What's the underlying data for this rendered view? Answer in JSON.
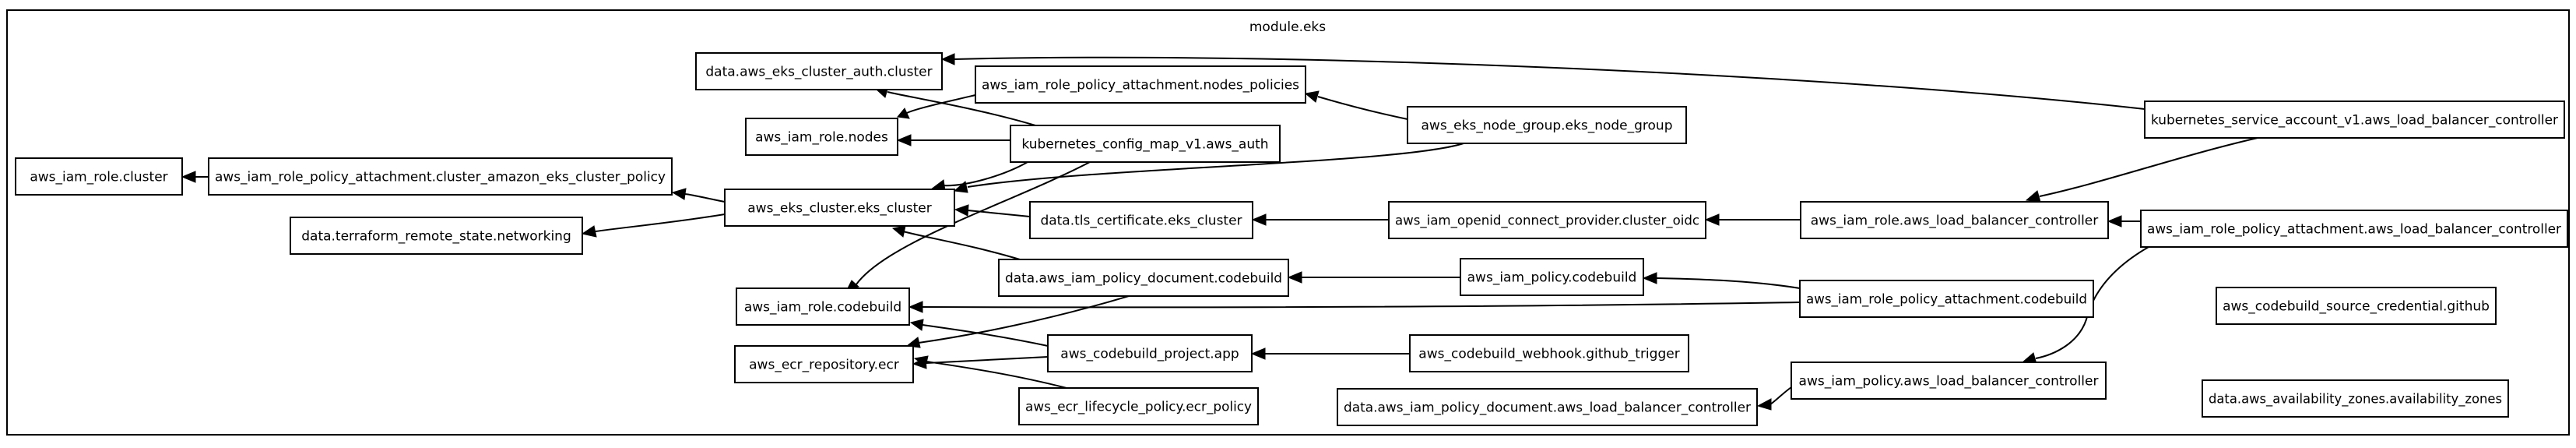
{
  "module": {
    "label": "module.eks"
  },
  "nodes": [
    {
      "id": "data_eks_cluster_auth",
      "label": "data.aws_eks_cluster_auth.cluster"
    },
    {
      "id": "rpa_nodes_policies",
      "label": "aws_iam_role_policy_attachment.nodes_policies"
    },
    {
      "id": "role_nodes",
      "label": "aws_iam_role.nodes"
    },
    {
      "id": "k8s_config_map",
      "label": "kubernetes_config_map_v1.aws_auth"
    },
    {
      "id": "node_group",
      "label": "aws_eks_node_group.eks_node_group"
    },
    {
      "id": "k8s_sa_lbc",
      "label": "kubernetes_service_account_v1.aws_load_balancer_controller"
    },
    {
      "id": "role_cluster",
      "label": "aws_iam_role.cluster"
    },
    {
      "id": "rpa_cluster_policy",
      "label": "aws_iam_role_policy_attachment.cluster_amazon_eks_cluster_policy"
    },
    {
      "id": "eks_cluster",
      "label": "aws_eks_cluster.eks_cluster"
    },
    {
      "id": "tls_cert",
      "label": "data.tls_certificate.eks_cluster"
    },
    {
      "id": "oidc",
      "label": "aws_iam_openid_connect_provider.cluster_oidc"
    },
    {
      "id": "role_lbc",
      "label": "aws_iam_role.aws_load_balancer_controller"
    },
    {
      "id": "rpa_lbc",
      "label": "aws_iam_role_policy_attachment.aws_load_balancer_controller"
    },
    {
      "id": "remote_state",
      "label": "data.terraform_remote_state.networking"
    },
    {
      "id": "policy_doc_codebuild",
      "label": "data.aws_iam_policy_document.codebuild"
    },
    {
      "id": "policy_codebuild",
      "label": "aws_iam_policy.codebuild"
    },
    {
      "id": "role_codebuild",
      "label": "aws_iam_role.codebuild"
    },
    {
      "id": "rpa_codebuild",
      "label": "aws_iam_role_policy_attachment.codebuild"
    },
    {
      "id": "source_cred",
      "label": "aws_codebuild_source_credential.github"
    },
    {
      "id": "ecr_repo",
      "label": "aws_ecr_repository.ecr"
    },
    {
      "id": "codebuild_project",
      "label": "aws_codebuild_project.app"
    },
    {
      "id": "webhook",
      "label": "aws_codebuild_webhook.github_trigger"
    },
    {
      "id": "policy_lbc",
      "label": "aws_iam_policy.aws_load_balancer_controller"
    },
    {
      "id": "ecr_lifecycle",
      "label": "aws_ecr_lifecycle_policy.ecr_policy"
    },
    {
      "id": "policy_doc_lbc",
      "label": "data.aws_iam_policy_document.aws_load_balancer_controller"
    },
    {
      "id": "az",
      "label": "data.aws_availability_zones.availability_zones"
    }
  ],
  "edges": [
    {
      "from": "k8s_sa_lbc",
      "to": "data_eks_cluster_auth"
    },
    {
      "from": "k8s_config_map",
      "to": "data_eks_cluster_auth"
    },
    {
      "from": "rpa_nodes_policies",
      "to": "role_nodes"
    },
    {
      "from": "node_group",
      "to": "rpa_nodes_policies"
    },
    {
      "from": "k8s_config_map",
      "to": "role_nodes"
    },
    {
      "from": "k8s_config_map",
      "to": "eks_cluster"
    },
    {
      "from": "node_group",
      "to": "eks_cluster"
    },
    {
      "from": "k8s_config_map",
      "to": "role_codebuild"
    },
    {
      "from": "rpa_cluster_policy",
      "to": "role_cluster"
    },
    {
      "from": "eks_cluster",
      "to": "rpa_cluster_policy"
    },
    {
      "from": "eks_cluster",
      "to": "remote_state"
    },
    {
      "from": "tls_cert",
      "to": "eks_cluster"
    },
    {
      "from": "policy_doc_codebuild",
      "to": "eks_cluster"
    },
    {
      "from": "oidc",
      "to": "tls_cert"
    },
    {
      "from": "role_lbc",
      "to": "oidc"
    },
    {
      "from": "k8s_sa_lbc",
      "to": "role_lbc"
    },
    {
      "from": "rpa_lbc",
      "to": "role_lbc"
    },
    {
      "from": "rpa_lbc",
      "to": "policy_lbc"
    },
    {
      "from": "policy_codebuild",
      "to": "policy_doc_codebuild"
    },
    {
      "from": "rpa_codebuild",
      "to": "policy_codebuild"
    },
    {
      "from": "rpa_codebuild",
      "to": "role_codebuild"
    },
    {
      "from": "policy_doc_codebuild",
      "to": "ecr_repo"
    },
    {
      "from": "codebuild_project",
      "to": "role_codebuild"
    },
    {
      "from": "codebuild_project",
      "to": "ecr_repo"
    },
    {
      "from": "webhook",
      "to": "codebuild_project"
    },
    {
      "from": "ecr_lifecycle",
      "to": "ecr_repo"
    },
    {
      "from": "policy_lbc",
      "to": "policy_doc_lbc"
    }
  ]
}
